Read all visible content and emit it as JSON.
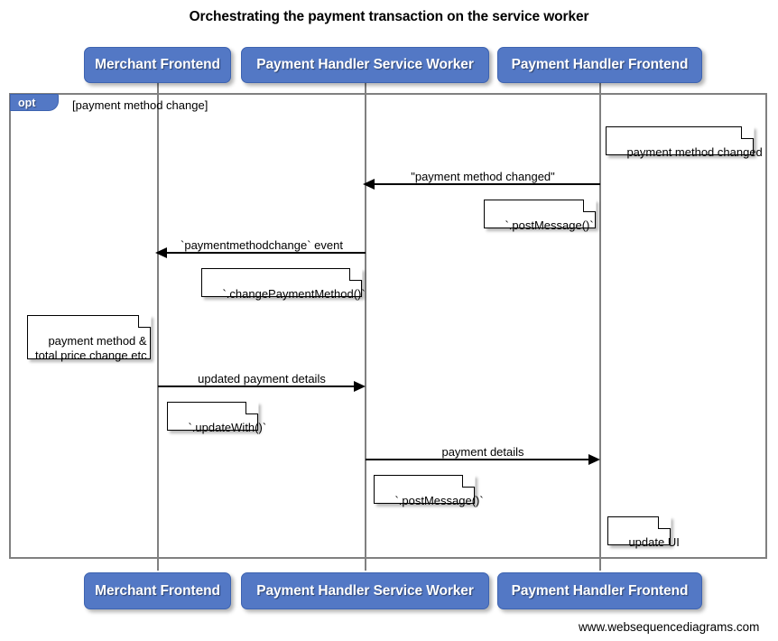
{
  "title": "Orchestrating the payment transaction on the service worker",
  "footer": {
    "url": "www.websequencediagrams.com"
  },
  "participants": [
    {
      "name": "Merchant Frontend"
    },
    {
      "name": "Payment Handler Service Worker"
    },
    {
      "name": "Payment Handler Frontend"
    }
  ],
  "fragment": {
    "type": "opt",
    "guard": "[payment method change]"
  },
  "messages": [
    {
      "label": "\"payment method changed\"",
      "from": "Payment Handler Frontend",
      "to": "Payment Handler Service Worker",
      "direction": "left"
    },
    {
      "label": "`paymentmethodchange` event",
      "from": "Payment Handler Service Worker",
      "to": "Merchant Frontend",
      "direction": "left"
    },
    {
      "label": "updated payment details",
      "from": "Merchant Frontend",
      "to": "Payment Handler Service Worker",
      "direction": "right"
    },
    {
      "label": "payment details",
      "from": "Payment Handler Service Worker",
      "to": "Payment Handler Frontend",
      "direction": "right"
    }
  ],
  "notes": [
    {
      "text": "payment method changed",
      "over": "Payment Handler Frontend"
    },
    {
      "text": "`.postMessage()`",
      "over": "Payment Handler Frontend"
    },
    {
      "text": "`.changePaymentMethod()`",
      "over": "Payment Handler Service Worker"
    },
    {
      "text": "payment method &\ntotal price change etc",
      "over": "Merchant Frontend"
    },
    {
      "text": "`.updateWith()`",
      "over": "Merchant Frontend"
    },
    {
      "text": "`.postMessage()`",
      "over": "Payment Handler Service Worker"
    },
    {
      "text": "update UI",
      "over": "Payment Handler Frontend"
    }
  ],
  "colors": {
    "participant_fill": "#5378c5",
    "participant_border": "#3d63b0",
    "frame_border": "#808080",
    "lifeline": "#808080",
    "arrow": "#000000",
    "note_fill": "#ffffff",
    "text": "#000000"
  }
}
